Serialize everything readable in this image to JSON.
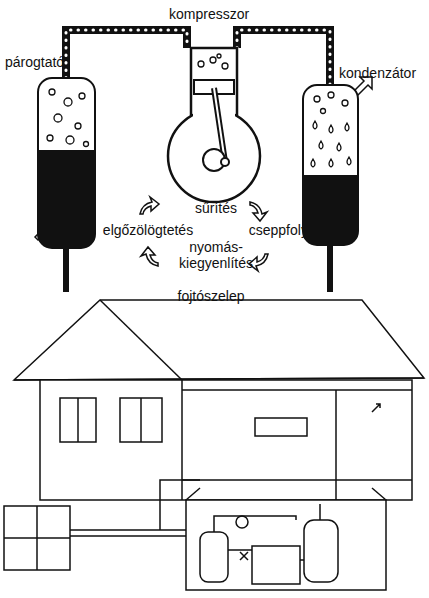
{
  "diagram": {
    "nodes": [
      {
        "text": [
          "párogtató"
        ]
      },
      {
        "text": [
          "kompresszor"
        ]
      },
      {
        "text": [
          "kondenzátor"
        ]
      }
    ],
    "edges": [
      {
        "from": 0,
        "to": 1,
        "arrow": "none"
      },
      {
        "from": 1,
        "to": 2,
        "arrow": "none"
      }
    ],
    "labels": [
      "sűrítés",
      "elgőzölögtetés",
      "cseppfolyósítás",
      "nyomás- kiegyenlítés",
      "fojtószelep"
    ]
  }
}
